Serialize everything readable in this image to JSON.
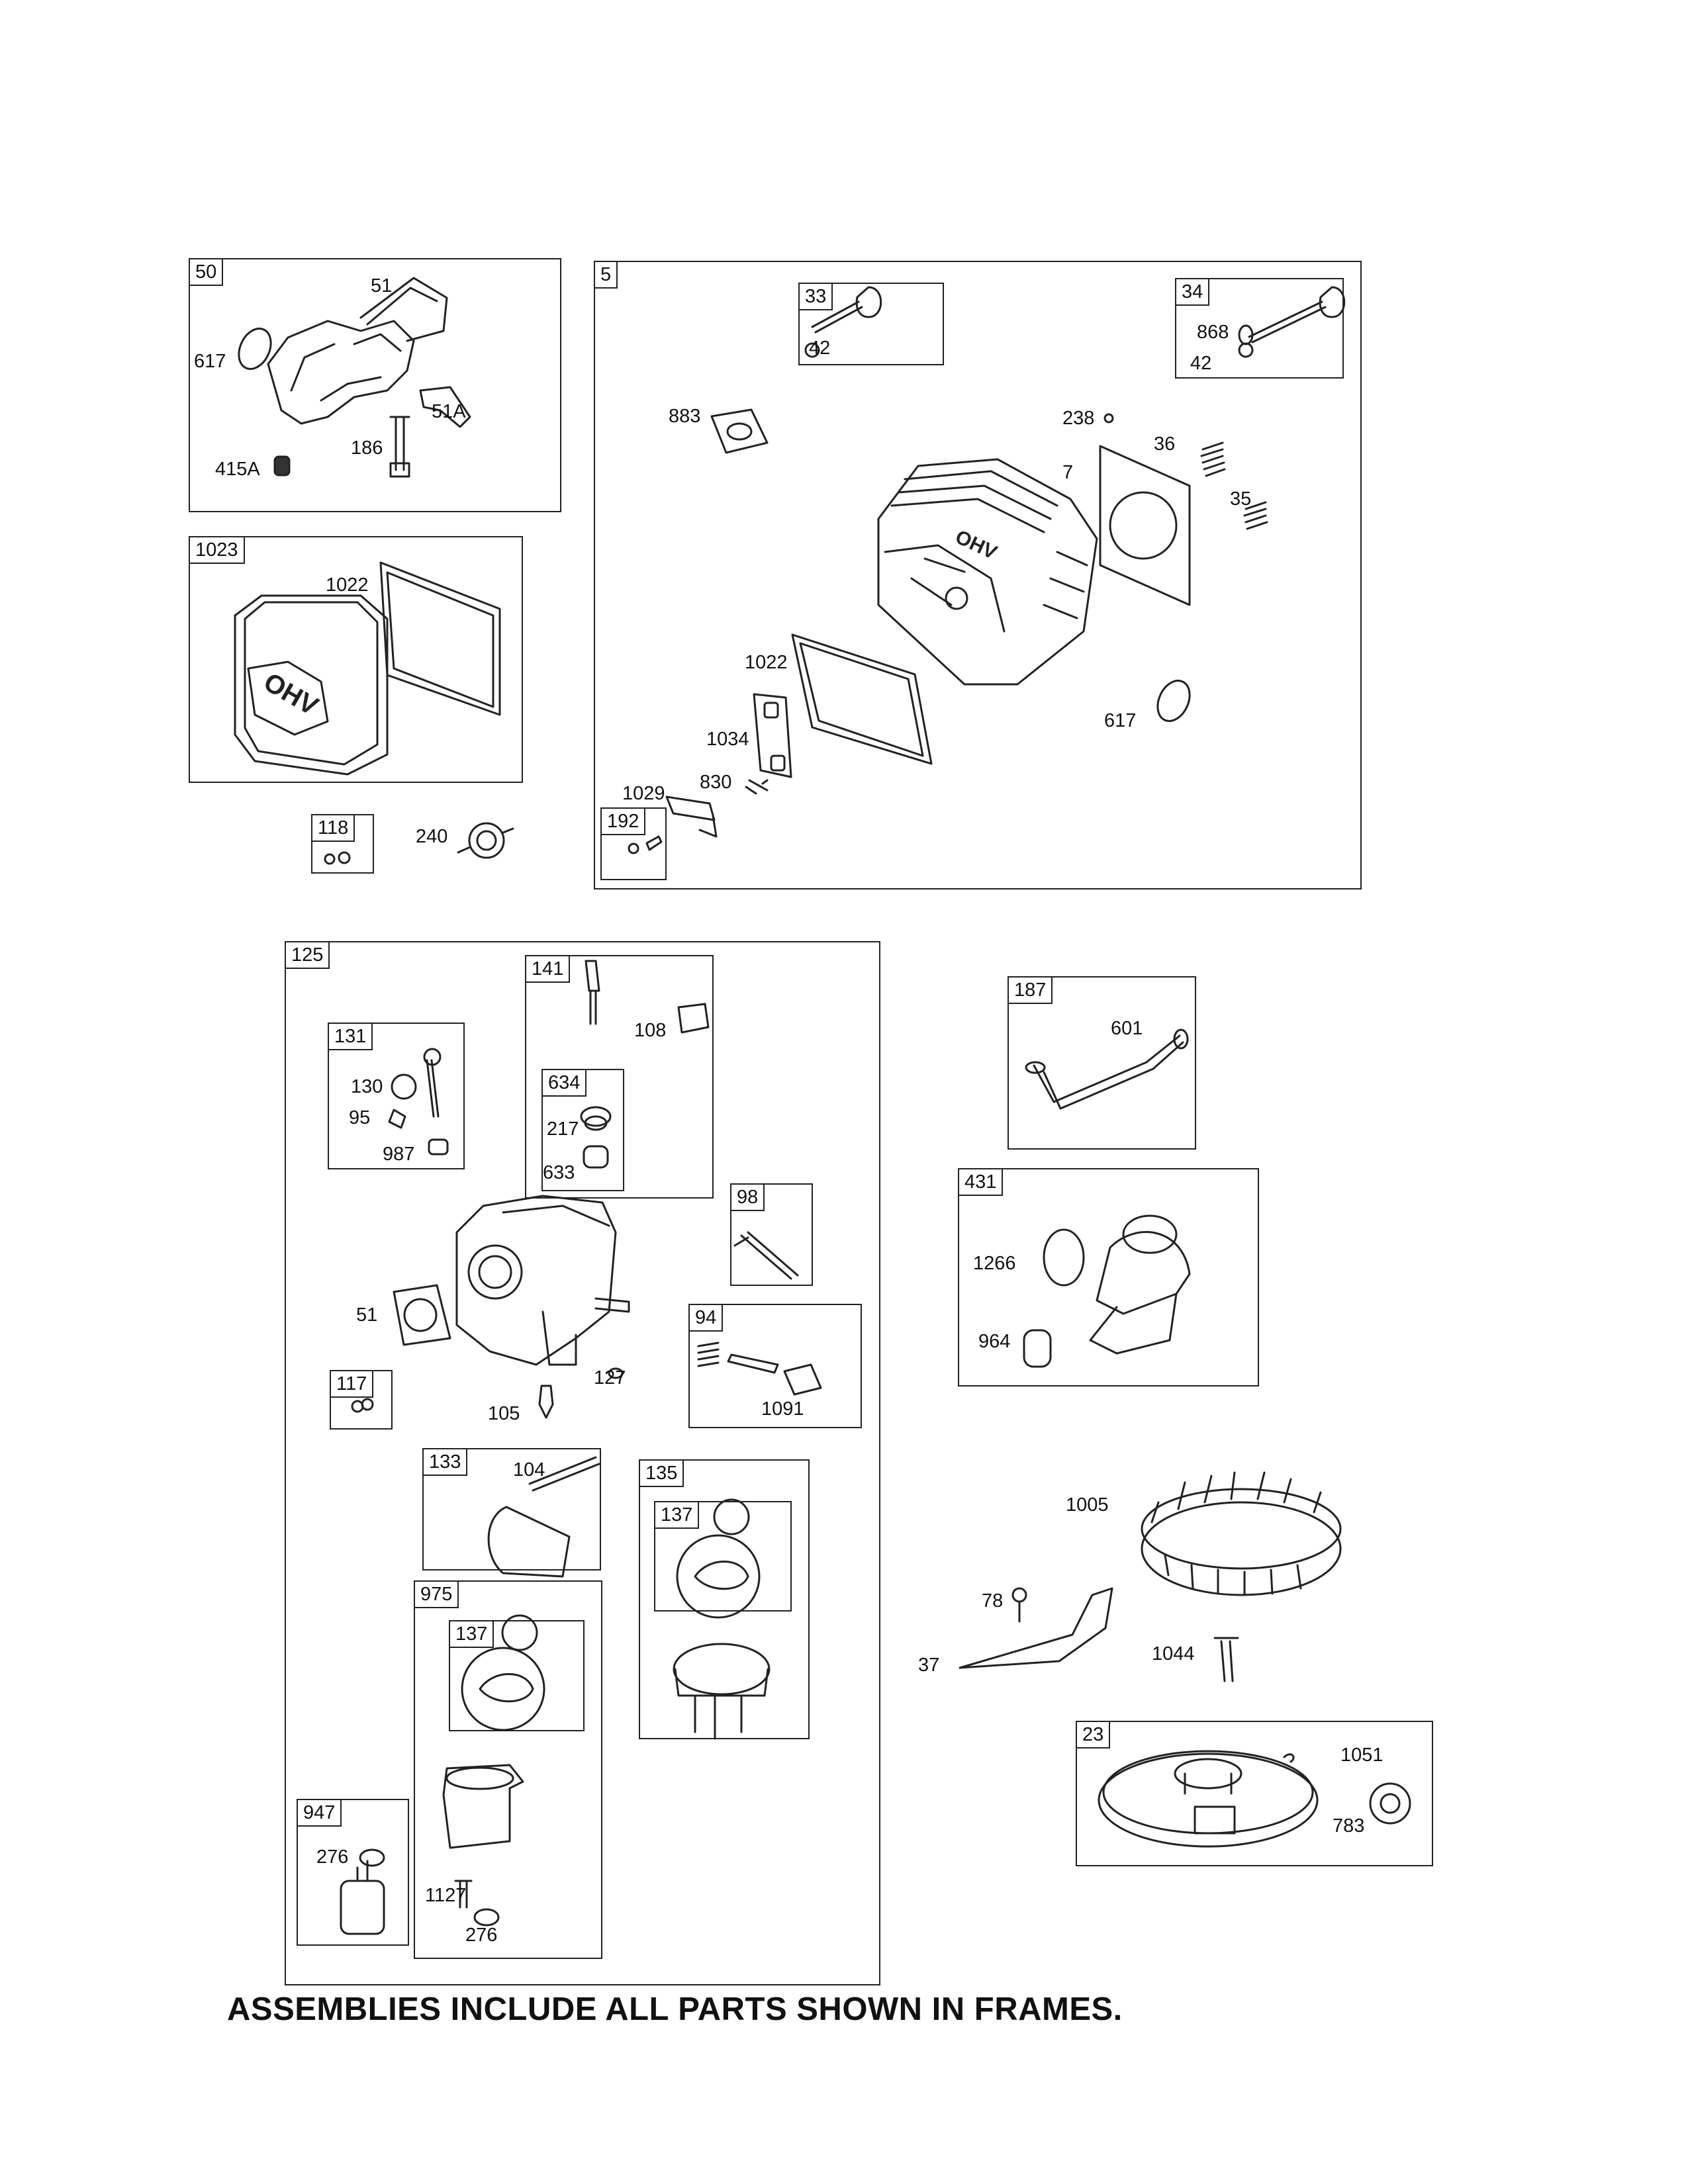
{
  "footer_note": "ASSEMBLIES INCLUDE ALL PARTS SHOWN IN FRAMES.",
  "frames": {
    "f50": "50",
    "f5": "5",
    "f33": "33",
    "f34": "34",
    "f1023": "1023",
    "f118": "118",
    "f192": "192",
    "f125": "125",
    "f131": "131",
    "f141": "141",
    "f634": "634",
    "f98": "98",
    "f94": "94",
    "f117": "117",
    "f133": "133",
    "f135": "135",
    "f137a": "137",
    "f975": "975",
    "f137b": "137",
    "f947": "947",
    "f187": "187",
    "f431": "431",
    "f23": "23"
  },
  "labels": {
    "l51_top": "51",
    "l617_top": "617",
    "l51A": "51A",
    "l186": "186",
    "l415A": "415A",
    "l42a": "42",
    "l868": "868",
    "l42b": "42",
    "l883": "883",
    "l238": "238",
    "l36": "36",
    "l7": "7",
    "l35": "35",
    "l1022_head": "1022",
    "l1034": "1034",
    "l830": "830",
    "l1029": "1029",
    "l617_head": "617",
    "l1022_cover": "1022",
    "l240": "240",
    "l130": "130",
    "l95": "95",
    "l987": "987",
    "l108": "108",
    "l217": "217",
    "l633": "633",
    "l51_carb": "51",
    "l127": "127",
    "l105": "105",
    "l1091": "1091",
    "l104": "104",
    "l276a": "276",
    "l1127": "1127",
    "l276b": "276",
    "l601": "601",
    "l1266": "1266",
    "l964": "964",
    "l1005": "1005",
    "l78": "78",
    "l37": "37",
    "l1044": "1044",
    "l1051": "1051",
    "l783": "783"
  }
}
